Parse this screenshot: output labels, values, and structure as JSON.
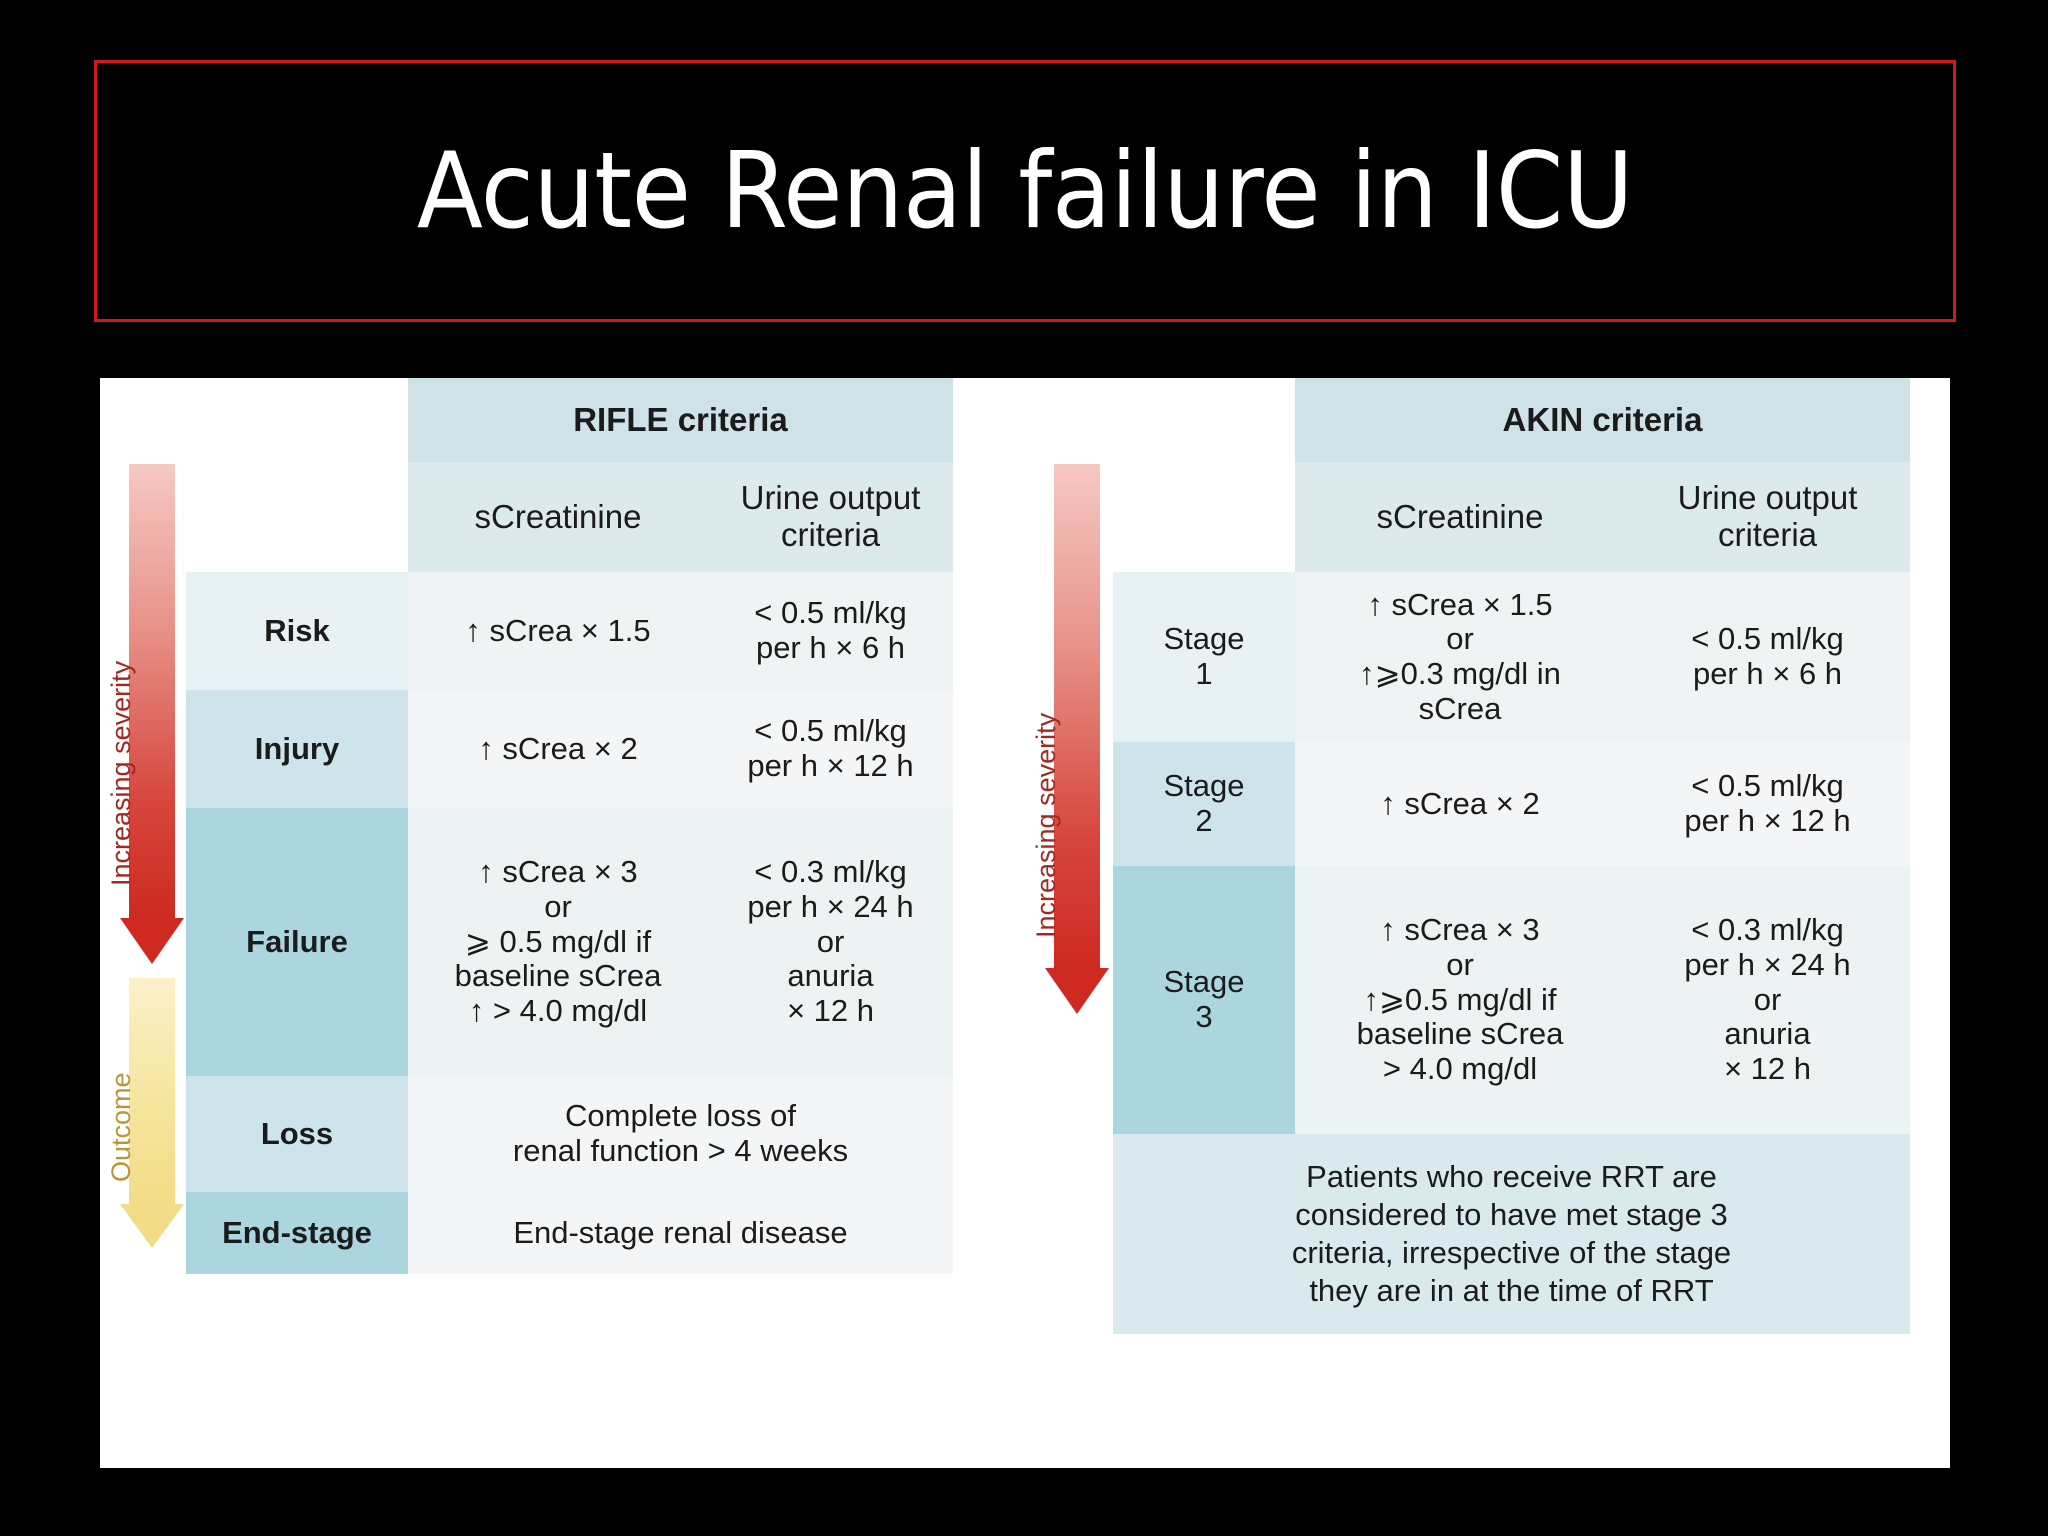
{
  "slide": {
    "title": "Acute Renal failure in ICU",
    "title_border_color": "#D01A1A",
    "background_color": "#000000",
    "title_color": "#FFFFFF"
  },
  "figure": {
    "severity_label": "Increasing severity",
    "outcome_label": "Outcome",
    "accent_severity_color": "#CE2A21",
    "accent_outcome_color": "#F2DC86",
    "panel_header_color": "#CFE2E8"
  },
  "rifle": {
    "title": "RIFLE criteria",
    "columns": {
      "screatinine": "sCreatinine",
      "urine": "Urine output\ncriteria"
    },
    "rows": [
      {
        "stage": "Risk",
        "screatinine": "↑ sCrea × 1.5",
        "urine": "< 0.5 ml/kg\nper h × 6 h"
      },
      {
        "stage": "Injury",
        "screatinine": "↑ sCrea × 2",
        "urine": "< 0.5 ml/kg\nper h × 12 h"
      },
      {
        "stage": "Failure",
        "screatinine": "↑ sCrea × 3\nor\n⩾ 0.5 mg/dl if\nbaseline sCrea\n↑ > 4.0 mg/dl",
        "urine": "< 0.3 ml/kg\nper h × 24 h\nor\nanuria\n× 12 h"
      },
      {
        "stage": "Loss",
        "span": "Complete loss of\nrenal function > 4 weeks"
      },
      {
        "stage": "End-stage",
        "span": "End-stage renal disease"
      }
    ]
  },
  "akin": {
    "title": "AKIN criteria",
    "columns": {
      "screatinine": "sCreatinine",
      "urine": "Urine output\ncriteria"
    },
    "rows": [
      {
        "stage": "Stage\n1",
        "screatinine": "↑  sCrea × 1.5\nor\n↑⩾0.3 mg/dl in\nsCrea",
        "urine": "< 0.5 ml/kg\nper h × 6 h"
      },
      {
        "stage": "Stage\n2",
        "screatinine": "↑ sCrea × 2",
        "urine": "< 0.5 ml/kg\nper h × 12 h"
      },
      {
        "stage": "Stage\n3",
        "screatinine": "↑ sCrea × 3\nor\n↑⩾0.5 mg/dl if\nbaseline sCrea\n> 4.0 mg/dl",
        "urine": "< 0.3 ml/kg\nper h × 24 h\nor\nanuria\n× 12 h"
      }
    ],
    "footnote": "Patients who receive RRT are\nconsidered to have met stage 3\ncriteria, irrespective of the stage\nthey are in at the time of RRT"
  }
}
